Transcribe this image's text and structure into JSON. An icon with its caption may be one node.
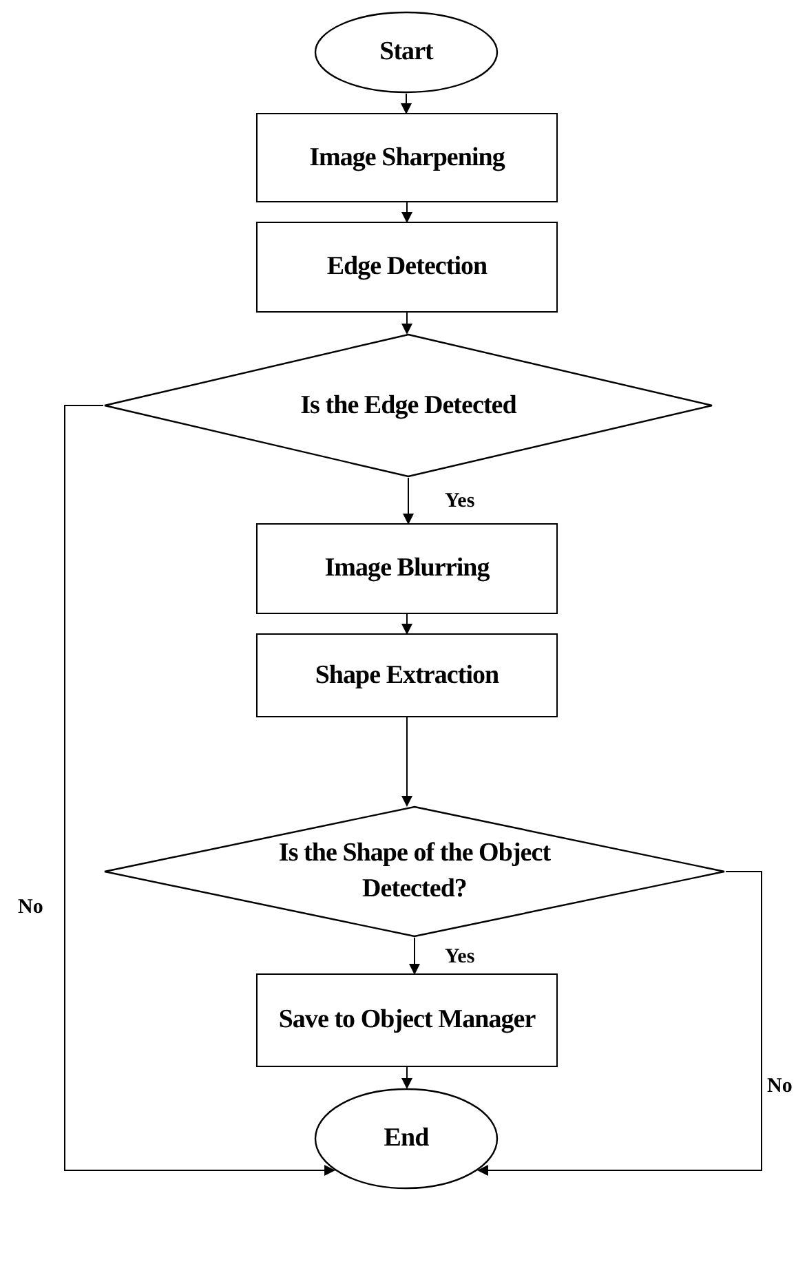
{
  "diagram": {
    "nodes": [
      {
        "text": [
          "Start"
        ]
      },
      {
        "text": [
          "Image Sharpening"
        ]
      },
      {
        "text": [
          "Edge Detection"
        ]
      },
      {
        "text": [
          "Is the Edge Detected"
        ]
      },
      {
        "text": [
          "Image Blurring"
        ]
      },
      {
        "text": [
          "Shape Extraction"
        ]
      },
      {
        "text": [
          "Is the Shape of the Object Detected?"
        ]
      },
      {
        "text": [
          "Save to Object Manager"
        ]
      },
      {
        "text": [
          "End"
        ]
      }
    ],
    "edges": [
      {
        "from": 0,
        "to": 1,
        "arrow": "to"
      },
      {
        "from": 1,
        "to": 2,
        "arrow": "to"
      },
      {
        "from": 2,
        "to": 3,
        "arrow": "to"
      },
      {
        "from": 3,
        "to": 4,
        "arrow": "to",
        "label": "Yes"
      },
      {
        "from": 4,
        "to": 5,
        "arrow": "to"
      },
      {
        "from": 5,
        "to": 6,
        "arrow": "to"
      },
      {
        "from": 6,
        "to": 7,
        "arrow": "to",
        "label": "Yes"
      },
      {
        "from": 7,
        "to": 8,
        "arrow": "to"
      },
      {
        "from": 3,
        "to": 8,
        "arrow": "to",
        "label": "No"
      },
      {
        "from": 6,
        "to": 8,
        "arrow": "to",
        "label": "No"
      }
    ]
  }
}
